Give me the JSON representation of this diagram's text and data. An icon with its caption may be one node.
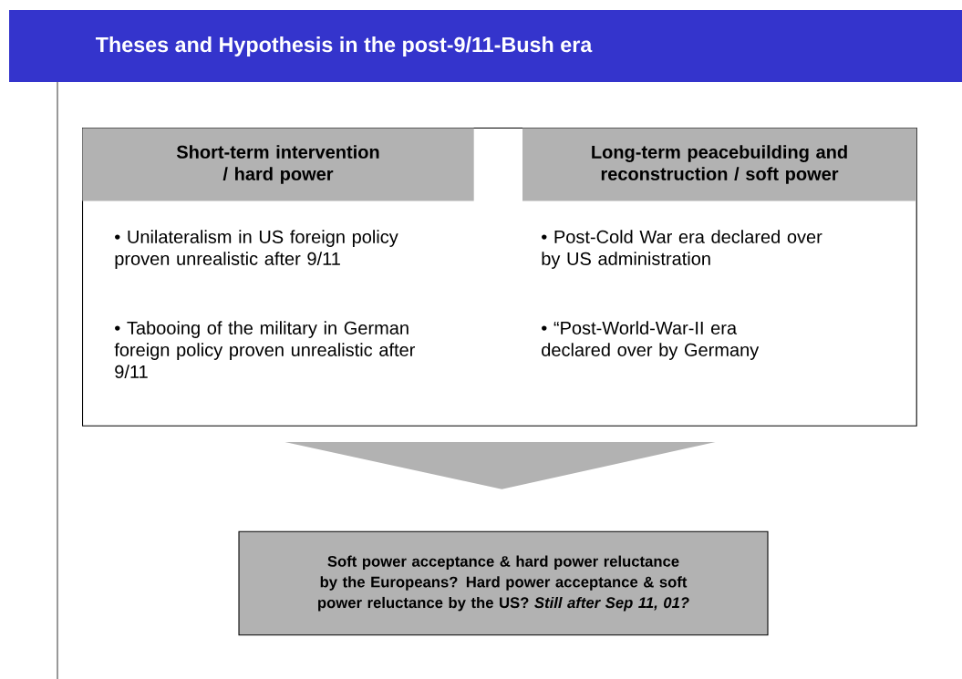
{
  "diagram": {
    "title": "Theses and Hypothesis in the post-9/11-Bush era",
    "nodes": [
      {
        "text": [
          "• Unilateralism in US foreign policy proven unrealistic after 9/11",
          "• Tabooing of the military in German foreign policy proven unrealistic after 9/11",
          "• Post-Cold War era declared over by US administration",
          "• “Post-World-War-II era declared over by Germany"
        ]
      },
      {
        "text": [
          "Short-term intervention / hard power"
        ],
        "in": 0
      },
      {
        "text": [
          "Long-term peacebuilding and reconstruction / soft power"
        ],
        "in": 0
      },
      {
        "text": [
          "Soft power acceptance & hard power reluctance by the Europeans? Hard power acceptance & soft power reluctance by the US? *Still after Sep 11, 01?*"
        ]
      }
    ],
    "edges": [
      {
        "from": 0,
        "to": 3,
        "arrow": "to"
      }
    ]
  }
}
